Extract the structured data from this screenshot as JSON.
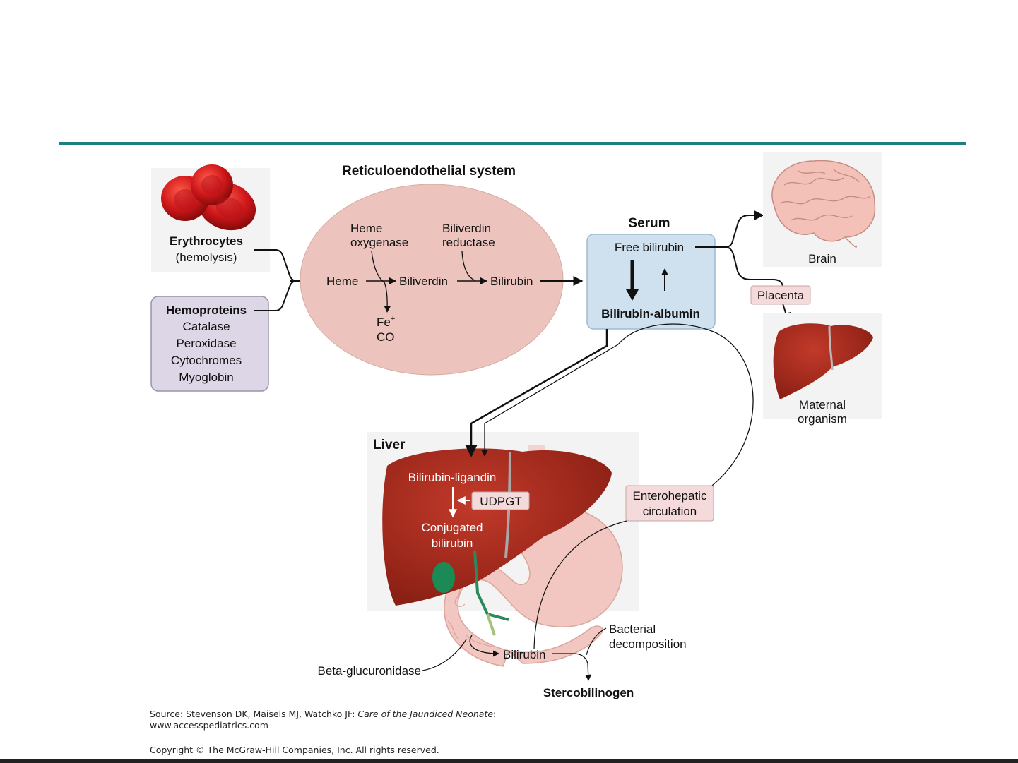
{
  "diagram": {
    "re_system_title": "Reticuloendothelial system",
    "erythrocytes": {
      "title": "Erythrocytes",
      "subtitle": "(hemolysis)"
    },
    "hemoproteins": {
      "title": "Hemoproteins",
      "items": [
        "Catalase",
        "Peroxidase",
        "Cytochromes",
        "Myoglobin"
      ]
    },
    "re_labels": {
      "heme_oxygenase_1": "Heme",
      "heme_oxygenase_2": "oxygenase",
      "biliverdin_reductase_1": "Biliverdin",
      "biliverdin_reductase_2": "reductase",
      "heme": "Heme",
      "biliverdin": "Biliverdin",
      "bilirubin": "Bilirubin",
      "fe": "Fe",
      "fe_sup": "+",
      "co": "CO"
    },
    "serum": {
      "title": "Serum",
      "free": "Free bilirubin",
      "albumin": "Bilirubin-albumin"
    },
    "brain": "Brain",
    "placenta": "Placenta",
    "maternal_1": "Maternal",
    "maternal_2": "organism",
    "liver": {
      "title": "Liver",
      "ligandin": "Bilirubin-ligandin",
      "udpgt": "UDPGT",
      "conjugated_1": "Conjugated",
      "conjugated_2": "bilirubin"
    },
    "enterohepatic_1": "Enterohepatic",
    "enterohepatic_2": "circulation",
    "bacterial_1": "Bacterial",
    "bacterial_2": "decomposition",
    "intestine_bilirubin": "Bilirubin",
    "beta_glucuronidase": "Beta-glucuronidase",
    "stercobilinogen": "Stercobilinogen"
  },
  "source": {
    "prefix": "Source: Stevenson DK, Maisels MJ, Watchko JF: ",
    "book": "Care of the Jaundiced Neonate",
    "suffix": ":",
    "url": "www.accesspediatrics.com"
  },
  "copyright": "Copyright © The McGraw-Hill Companies, Inc. All rights reserved.",
  "colors": {
    "rule": "#1f7f80",
    "re_ellipse": "#ecc3bd",
    "serum_box": "#cfe1ef",
    "hemoproteins_box": "#dcd6e6",
    "label_box": "#f4dada",
    "liver": "#a0281c"
  }
}
